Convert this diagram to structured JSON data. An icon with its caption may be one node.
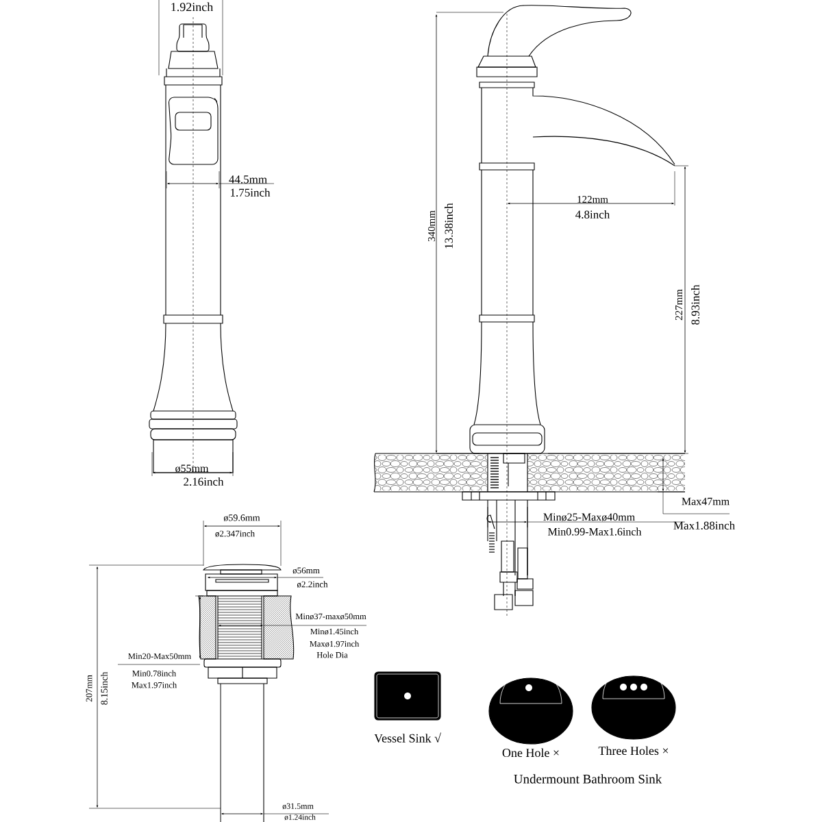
{
  "diagram": {
    "nodes": [
      {
        "text": [
          "Vessel Sink √"
        ]
      },
      {
        "text": [
          "One Hole ×"
        ]
      },
      {
        "text": [
          "Three Holes ×"
        ]
      }
    ],
    "labels": [
      "1.92inch",
      "44.5mm",
      "1.75inch",
      "ø55mm",
      "2.16inch",
      "340mm",
      "13.38inch",
      "122mm",
      "4.8inch",
      "227mm",
      "8.93inch",
      "Max47mm",
      "Max1.88inch",
      "Minø25-Maxø40mm",
      "Min0.99-Max1.6inch",
      "ø59.6mm",
      "ø2.347inch",
      "ø56mm",
      "ø2.2inch",
      "Minø37-maxø50mm",
      "Minø1.45inch",
      "Maxø1.97inch",
      "Hole Dia",
      "Min20-Max50mm",
      "Min0.78inch",
      "Max1.97inch",
      "207mm",
      "8.15inch",
      "ø31.5mm",
      "ø1.24inch",
      "Undermount Bathroom Sink"
    ]
  }
}
